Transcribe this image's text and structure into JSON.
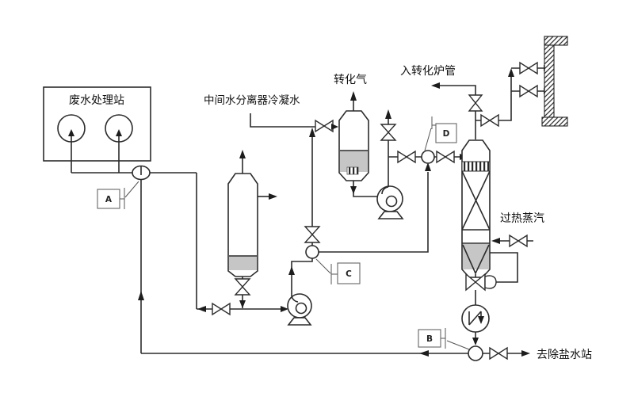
{
  "diagram": {
    "labels": {
      "wastewater_station": "废水处理站",
      "intermediate_condensate": "中间水分离器冷凝水",
      "conversion_gas": "转化气",
      "to_reformer_tubes": "入转化炉管",
      "superheated_steam": "过热蒸汽",
      "to_demin_station": "去除盐水站"
    },
    "tags": {
      "a": "A",
      "b": "B",
      "c": "C",
      "d": "D"
    },
    "colors": {
      "line": "#2b2b2b",
      "liquid_fill": "#c6c6c6",
      "background": "#ffffff",
      "tag_border": "#666666"
    }
  }
}
